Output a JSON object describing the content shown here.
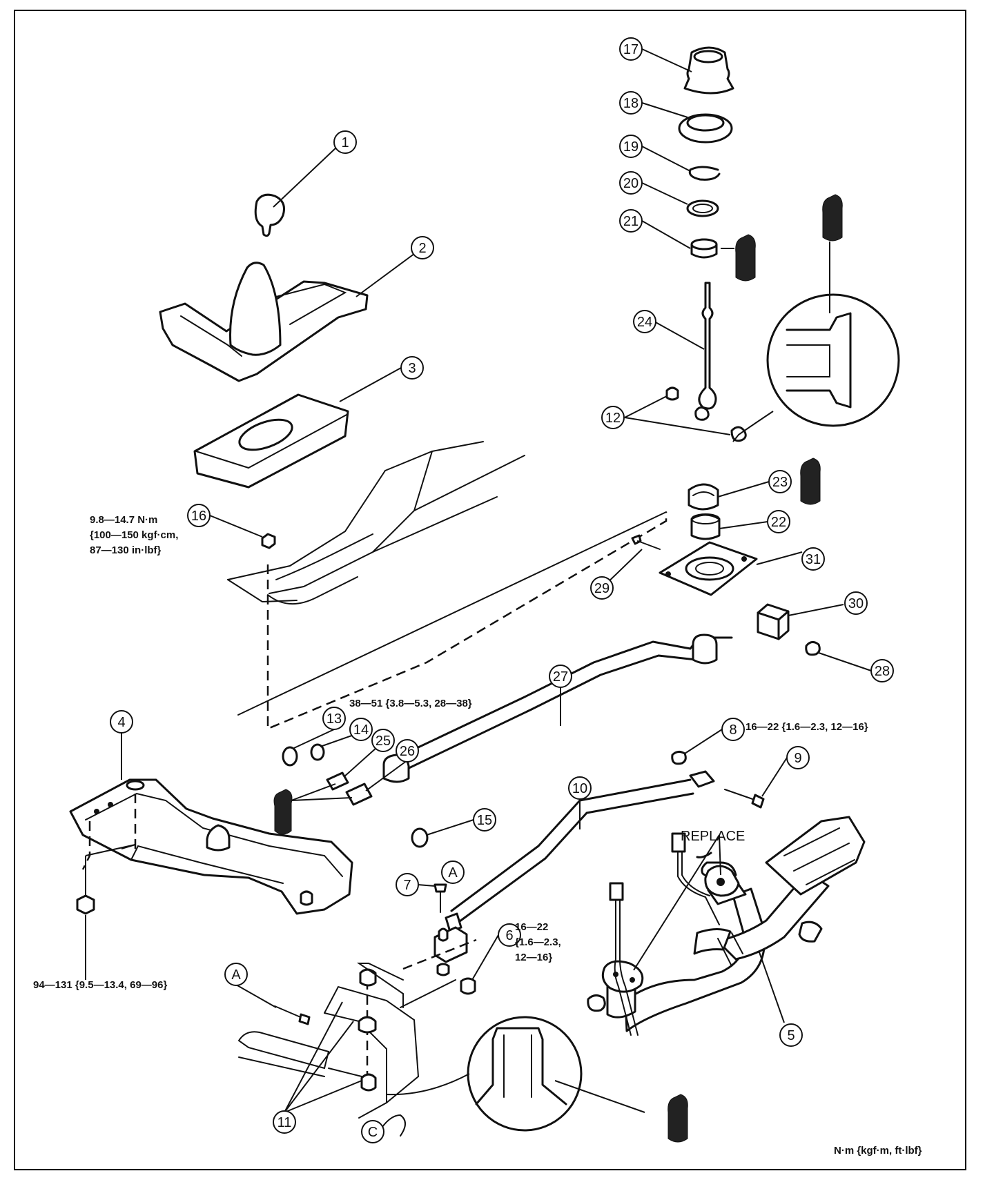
{
  "callouts": [
    {
      "id": "1",
      "label": "1"
    },
    {
      "id": "2",
      "label": "2"
    },
    {
      "id": "3",
      "label": "3"
    },
    {
      "id": "4",
      "label": "4"
    },
    {
      "id": "5",
      "label": "5"
    },
    {
      "id": "6",
      "label": "6"
    },
    {
      "id": "7",
      "label": "7"
    },
    {
      "id": "8",
      "label": "8"
    },
    {
      "id": "9",
      "label": "9"
    },
    {
      "id": "10",
      "label": "10"
    },
    {
      "id": "11",
      "label": "11"
    },
    {
      "id": "12",
      "label": "12"
    },
    {
      "id": "13",
      "label": "13"
    },
    {
      "id": "14",
      "label": "14"
    },
    {
      "id": "15",
      "label": "15"
    },
    {
      "id": "16",
      "label": "16"
    },
    {
      "id": "17",
      "label": "17"
    },
    {
      "id": "18",
      "label": "18"
    },
    {
      "id": "19",
      "label": "19"
    },
    {
      "id": "20",
      "label": "20"
    },
    {
      "id": "21",
      "label": "21"
    },
    {
      "id": "22",
      "label": "22"
    },
    {
      "id": "23",
      "label": "23"
    },
    {
      "id": "24",
      "label": "24"
    },
    {
      "id": "25",
      "label": "25"
    },
    {
      "id": "26",
      "label": "26"
    },
    {
      "id": "27",
      "label": "27"
    },
    {
      "id": "28",
      "label": "28"
    },
    {
      "id": "29",
      "label": "29"
    },
    {
      "id": "30",
      "label": "30"
    },
    {
      "id": "31",
      "label": "31"
    },
    {
      "id": "A1",
      "label": "A"
    },
    {
      "id": "A2",
      "label": "A"
    },
    {
      "id": "C1",
      "label": "C"
    }
  ],
  "torque_specs": {
    "part16": [
      "9.8—14.7 N·m",
      "{100—150 kgf·cm,",
      "87—130 in·lbf}"
    ],
    "parts13_26": "38—51 {3.8—5.3, 28—38}",
    "part8": "16—22 {1.6—2.3, 12—16}",
    "part6": [
      "16—22",
      "{1.6—2.3,",
      "12—16}"
    ],
    "part4": "94—131 {9.5—13.4, 69—96}"
  },
  "labels": {
    "replace": "REPLACE",
    "units": "N·m {kgf·m, ft·lbf}"
  }
}
